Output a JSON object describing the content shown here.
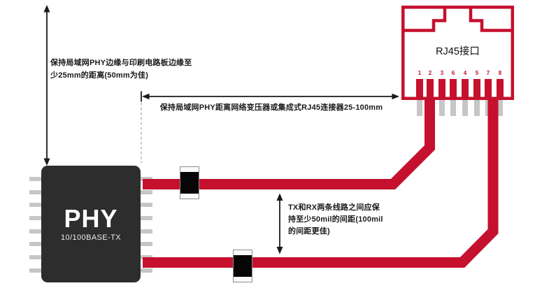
{
  "diagram": {
    "annotations": {
      "pcb_edge_distance": "保持局域网PHY边缘与印刷电路板边缘至\n少25mm的距离(50mm为佳)",
      "phy_to_rj45_distance": "保持局域网PHY距离网络变压器或集成式RJ45连接器25-100mm",
      "trace_spacing": "TX和RX两条线路之间应保\n持至少50mil的间距(100mil\n的间距更佳)"
    },
    "phy_chip": {
      "title": "PHY",
      "subtitle": "10/100BASE-TX"
    },
    "rj45": {
      "label": "RJ45接口",
      "pin_labels": [
        "1",
        "2",
        "3",
        "6",
        "4",
        "5",
        "7",
        "8"
      ]
    },
    "colors": {
      "trace_red": "#c5102e",
      "chip_dark": "#2d2d2d",
      "pin_gray": "#c6c6c6",
      "text_black": "#1a1a1a"
    }
  }
}
